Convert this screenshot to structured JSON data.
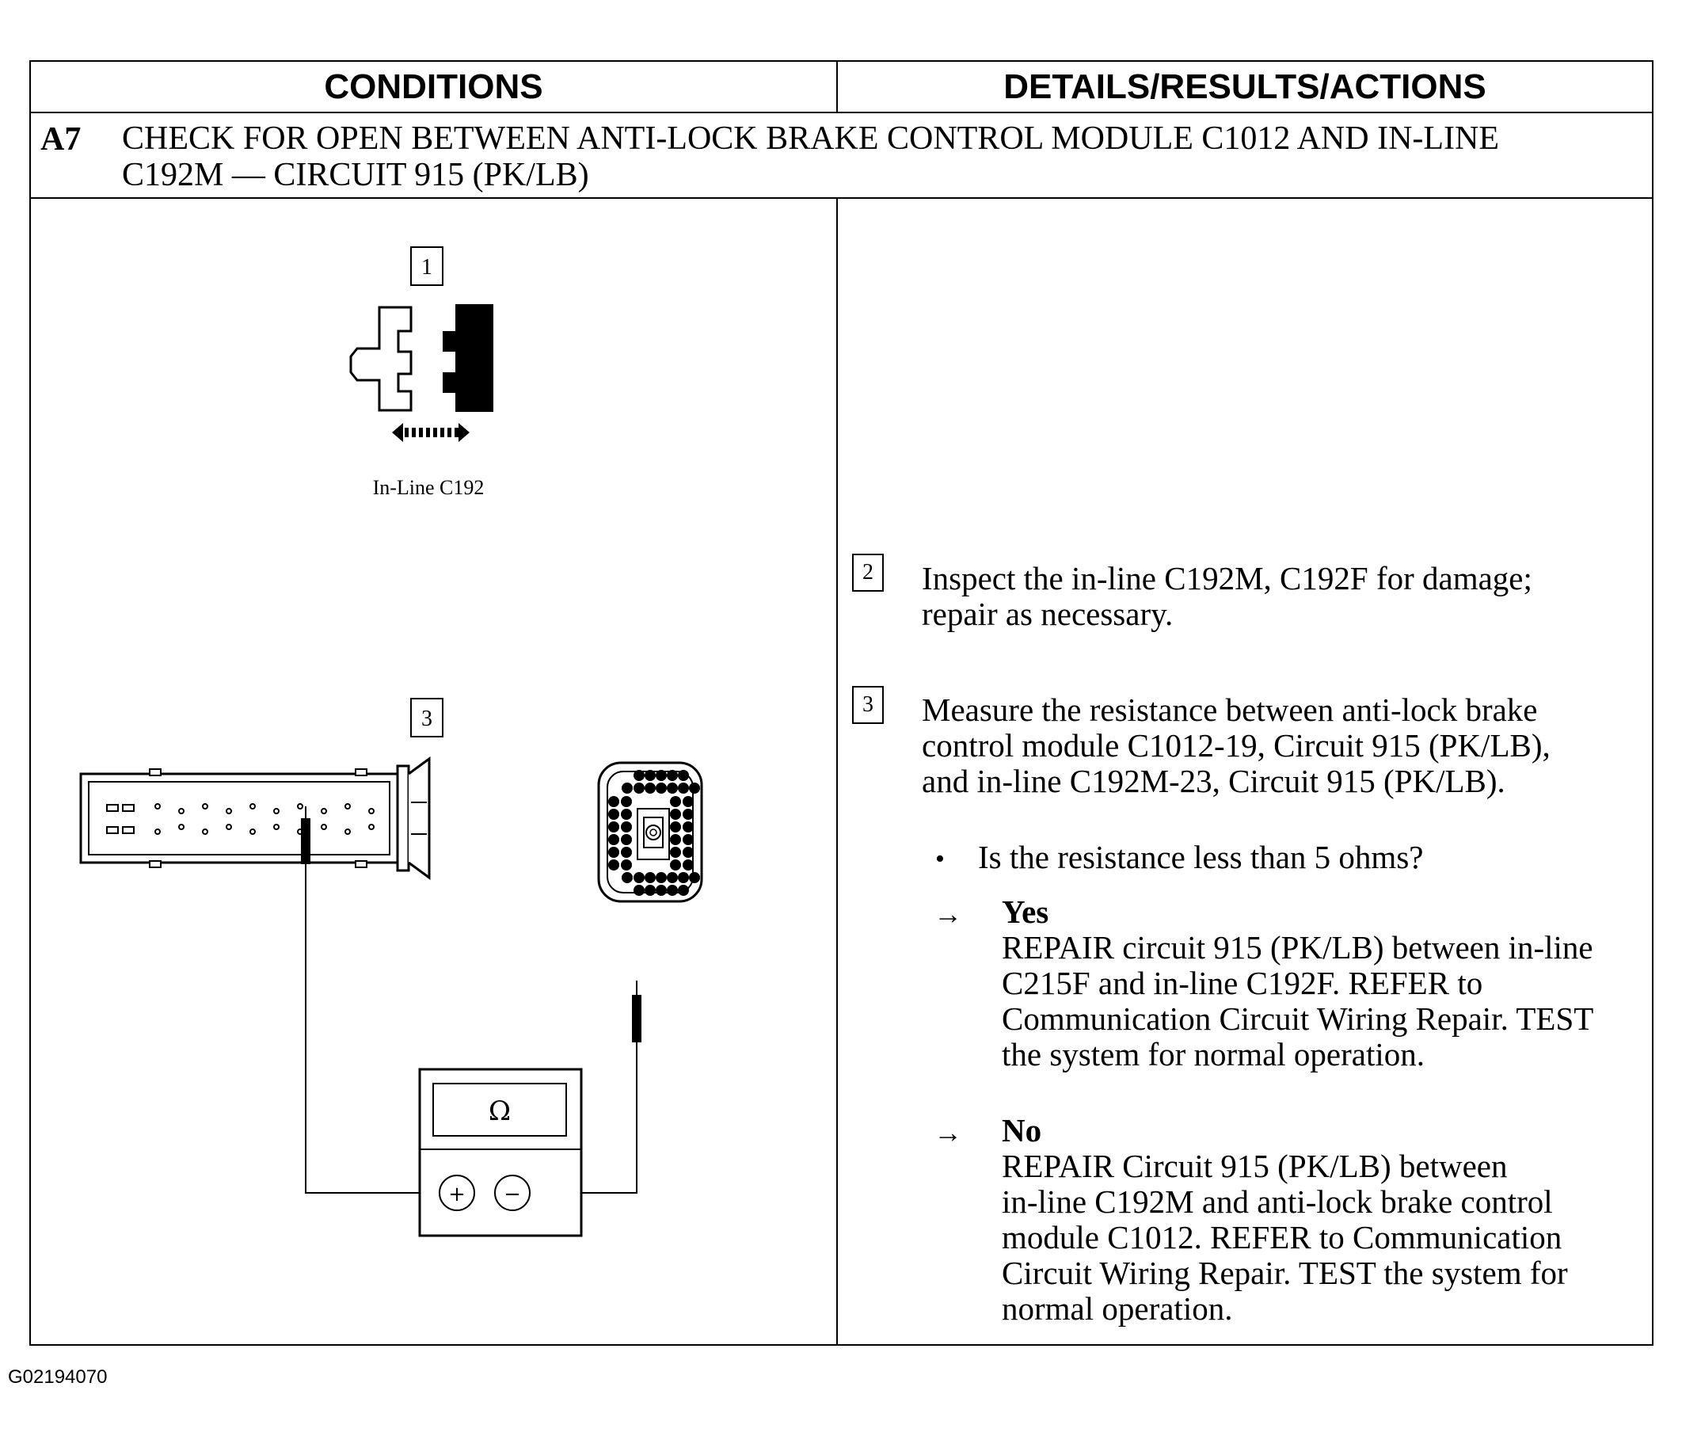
{
  "table": {
    "header_left": "CONDITIONS",
    "header_right": "DETAILS/RESULTS/ACTIONS",
    "step_id": "A7",
    "step_title_line1": "CHECK FOR OPEN BETWEEN ANTI-LOCK BRAKE CONTROL MODULE C1012 AND IN-LINE",
    "step_title_line2": "C192M — CIRCUIT 915 (PK/LB)"
  },
  "diagram": {
    "step1_number": "1",
    "connector_label": "In-Line C192",
    "step3_number": "3",
    "meter_symbol": "Ω",
    "meter_plus": "+",
    "meter_minus": "−"
  },
  "details": {
    "step2_number": "2",
    "step2_line1": "Inspect the in-line C192M, C192F for damage;",
    "step2_line2": "repair as necessary.",
    "step3_number": "3",
    "step3_line1": "Measure the resistance between anti-lock brake",
    "step3_line2": "control module C1012-19, Circuit 915 (PK/LB),",
    "step3_line3": "and in-line C192M-23, Circuit 915 (PK/LB).",
    "bullet": "•",
    "question": "Is the resistance less than 5 ohms?",
    "arrow": "→",
    "yes_label": "Yes",
    "yes_line1": "REPAIR circuit 915 (PK/LB) between in-line",
    "yes_line2": "C215F and in-line C192F. REFER to",
    "yes_line3": "Communication Circuit Wiring Repair. TEST",
    "yes_line4": "the system for normal operation.",
    "no_label": "No",
    "no_line1": "REPAIR Circuit 915 (PK/LB) between",
    "no_line2": "in-line C192M and anti-lock brake control",
    "no_line3": "module C1012. REFER to Communication",
    "no_line4": "Circuit Wiring Repair. TEST the system for",
    "no_line5": "normal operation."
  },
  "figure_id": "G02194070"
}
